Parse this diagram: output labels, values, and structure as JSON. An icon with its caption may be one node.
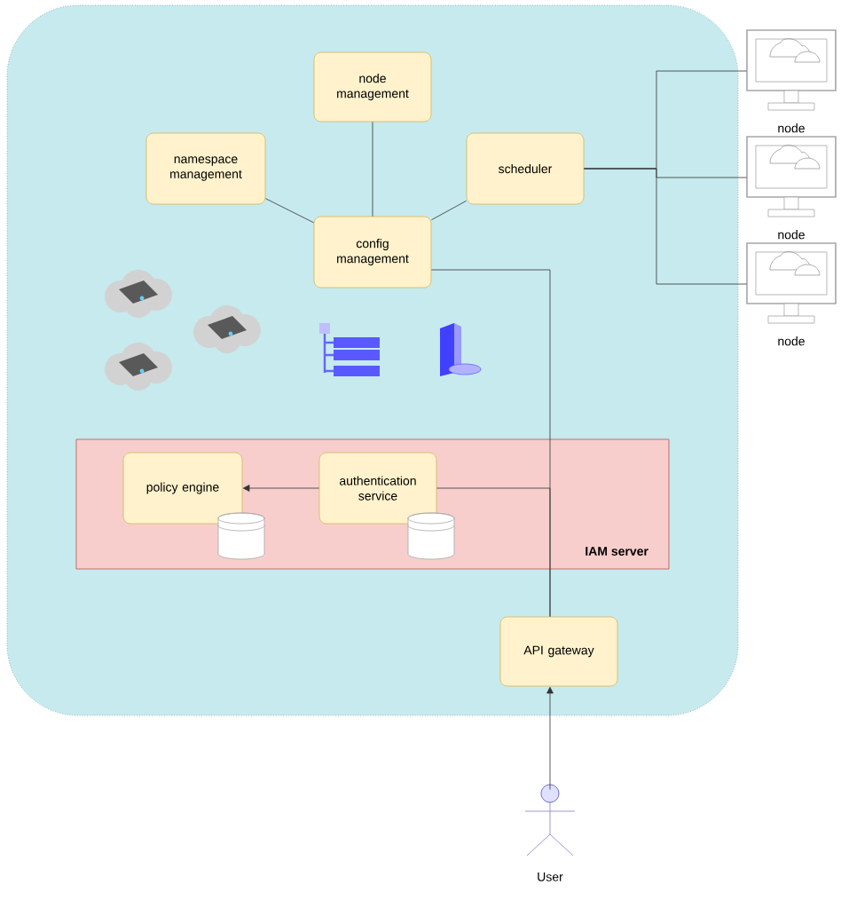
{
  "diagram": {
    "nodes": [
      {
        "text": [],
        "shape": "box"
      },
      {
        "text": [
          "node management"
        ],
        "in": 0
      },
      {
        "text": [
          "namespace management"
        ],
        "in": 0
      },
      {
        "text": [
          "scheduler"
        ],
        "in": 0
      },
      {
        "text": [
          "config management"
        ],
        "in": 0
      },
      {
        "text": [
          "IAM server"
        ],
        "in": 0
      },
      {
        "text": [
          "policy engine"
        ],
        "in": 5
      },
      {
        "text": [
          "authentication service"
        ],
        "in": 5
      },
      {
        "text": [
          "API gateway"
        ],
        "in": 0
      },
      {
        "text": [
          "User"
        ]
      },
      {
        "text": [
          "node"
        ]
      },
      {
        "text": [
          "node"
        ]
      },
      {
        "text": [
          "node"
        ]
      }
    ],
    "edges": [
      {
        "from": 1,
        "to": 4,
        "arrow": "none"
      },
      {
        "from": 2,
        "to": 4,
        "arrow": "none"
      },
      {
        "from": 3,
        "to": 4,
        "arrow": "none"
      },
      {
        "from": 8,
        "to": 4,
        "arrow": "none"
      },
      {
        "from": 7,
        "to": 8,
        "arrow": "none"
      },
      {
        "from": 7,
        "to": 6,
        "arrow": "to"
      },
      {
        "from": 9,
        "to": 8,
        "arrow": "to"
      },
      {
        "from": 3,
        "to": 10,
        "arrow": "none"
      },
      {
        "from": 3,
        "to": 11,
        "arrow": "none"
      },
      {
        "from": 3,
        "to": 12,
        "arrow": "none"
      }
    ]
  }
}
